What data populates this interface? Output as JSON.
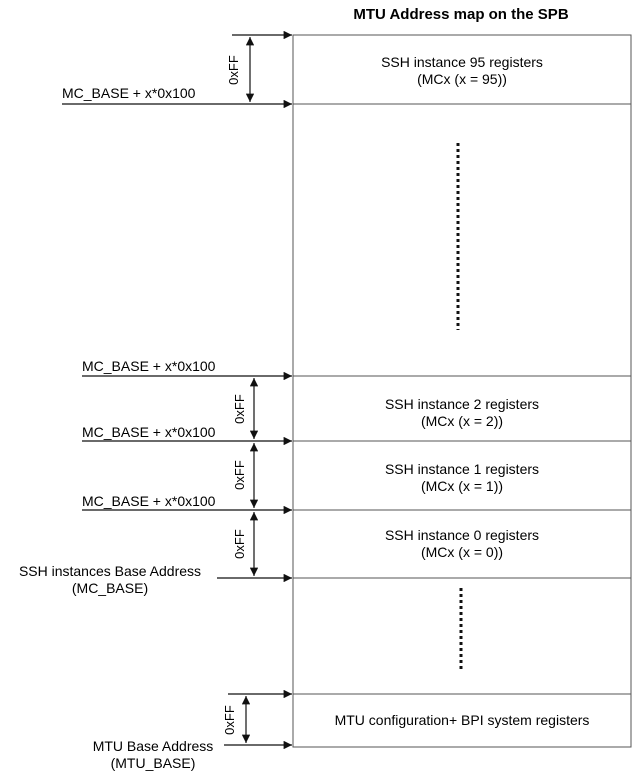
{
  "title": "MTU Address map on the SPB",
  "blocks": [
    {
      "line1": "SSH instance 95 registers",
      "line2": "(MCx (x = 95))"
    },
    {
      "line1": "SSH instance 2 registers",
      "line2": "(MCx (x = 2))"
    },
    {
      "line1": "SSH instance 1 registers",
      "line2": "(MCx (x = 1))"
    },
    {
      "line1": "SSH instance 0 registers",
      "line2": "(MCx (x = 0))"
    },
    {
      "line1": "MTU configuration+ BPI system registers"
    }
  ],
  "left_labels": [
    "MC_BASE + x*0x100",
    "MC_BASE + x*0x100",
    "MC_BASE + x*0x100",
    "MC_BASE + x*0x100",
    "SSH instances Base Address",
    "(MC_BASE)",
    "MTU Base Address",
    "(MTU_BASE)"
  ],
  "size_label": "0xFF"
}
